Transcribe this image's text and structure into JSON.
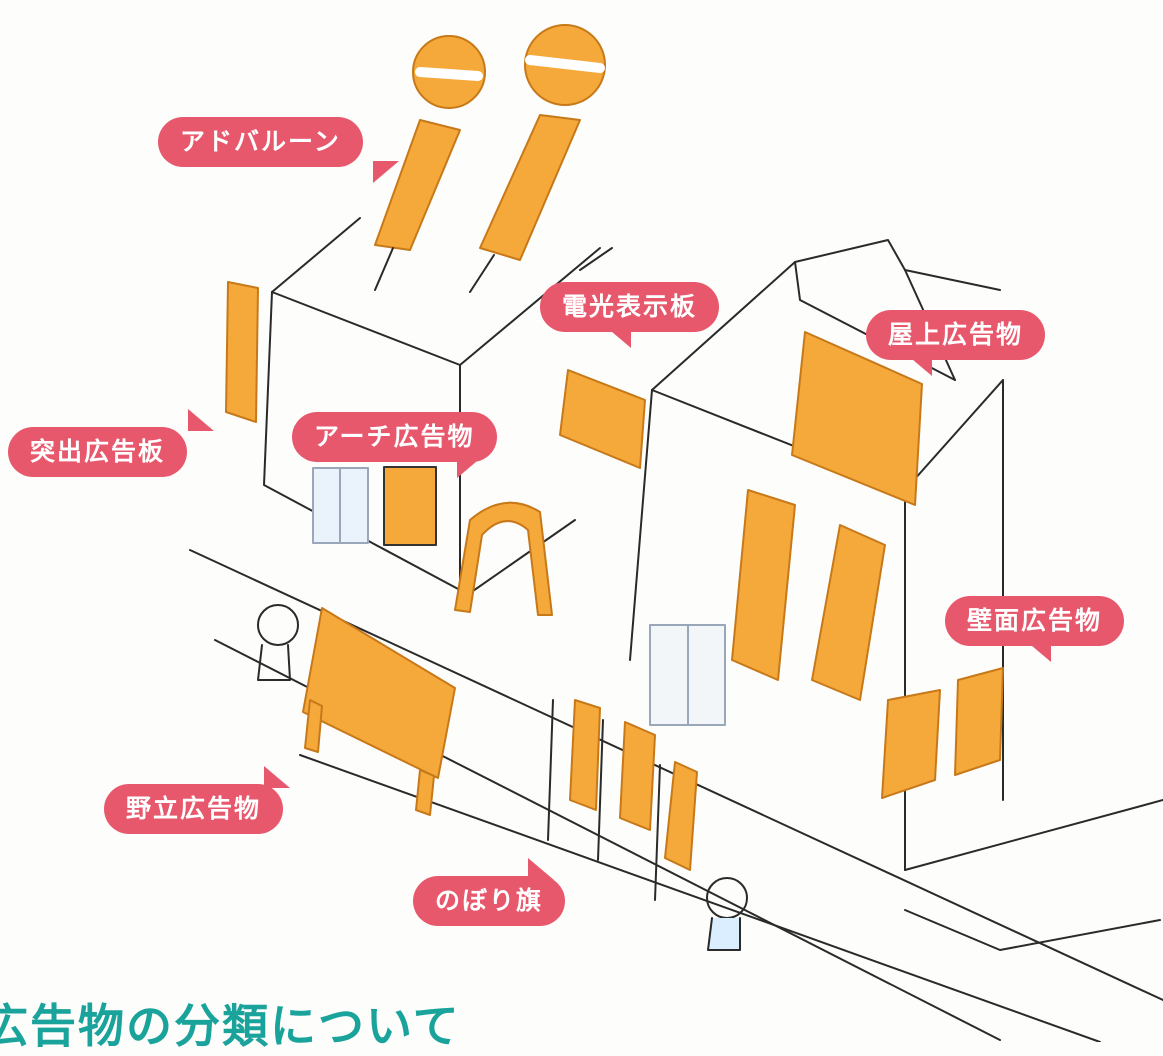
{
  "colors": {
    "label_bg": "#e8586d",
    "label_text": "#ffffff",
    "sign_fill": "#f4a93a",
    "sign_outline": "#c7791a",
    "heading": "#1aa39b",
    "line": "#2a2a2a"
  },
  "labels": {
    "ad_balloon": "アドバルーン",
    "electric_sign": "電光表示板",
    "rooftop": "屋上広告物",
    "projecting": "突出広告板",
    "arch": "アーチ広告物",
    "wall": "壁面広告物",
    "standing": "野立広告物",
    "banner_flag": "のぼり旗"
  },
  "heading": "広告物の分類について"
}
